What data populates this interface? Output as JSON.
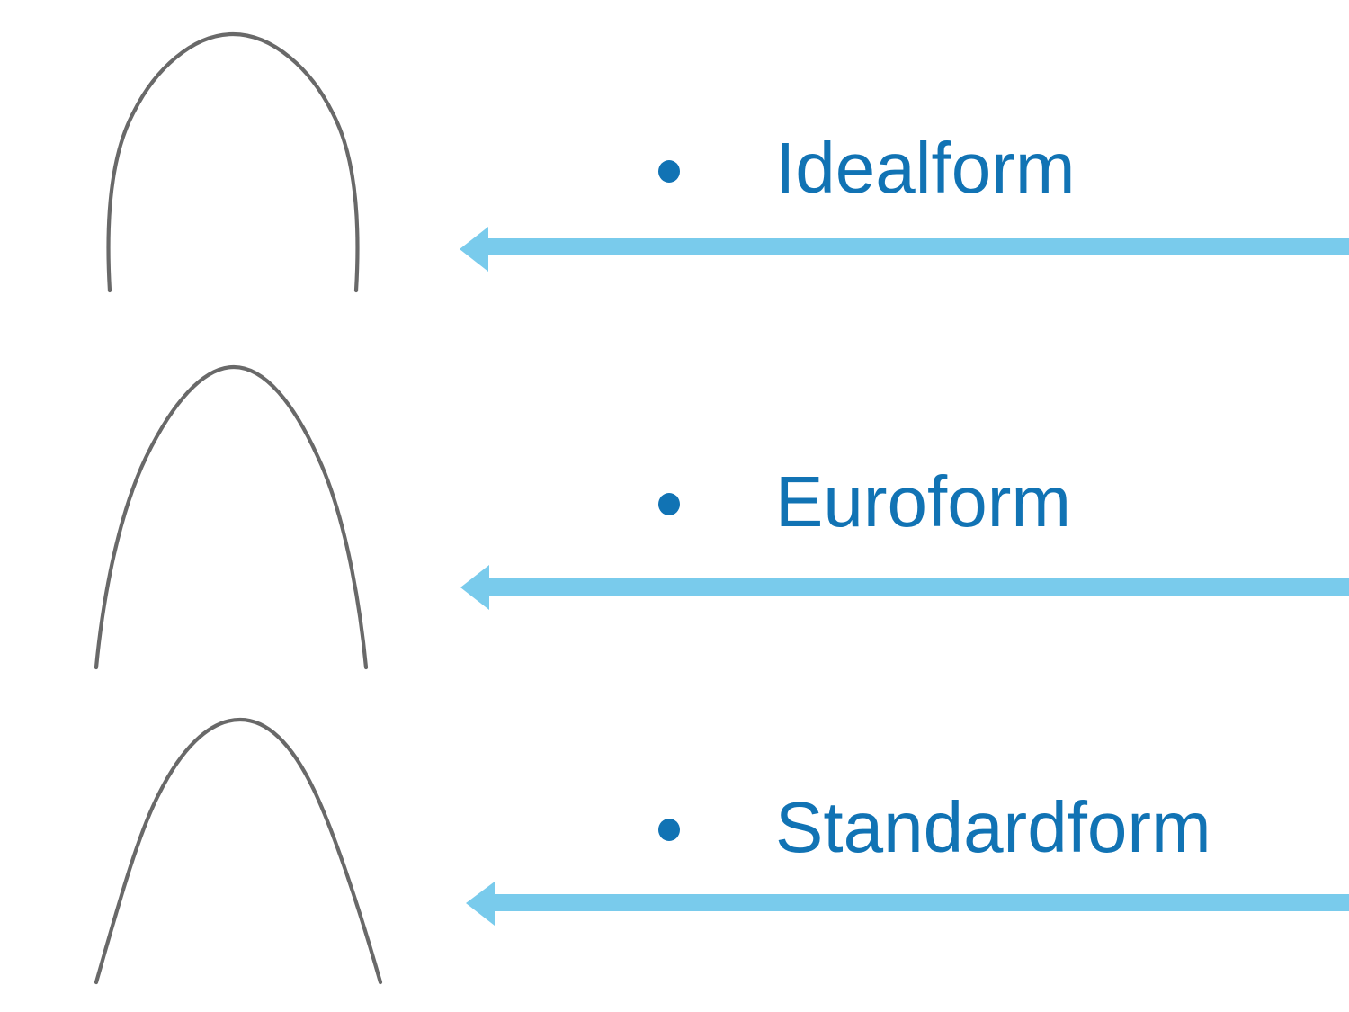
{
  "slide": {
    "background_color": "#ffffff",
    "accent_text_color": "#1173b4",
    "arrow_color": "#79cbec",
    "wire_color": "#696969"
  },
  "items": [
    {
      "label": "Idealform",
      "bullet": "•",
      "shape_icon": "idealform-archwire-icon",
      "arrow_icon": "left-arrow-icon"
    },
    {
      "label": "Euroform",
      "bullet": "•",
      "shape_icon": "euroform-archwire-icon",
      "arrow_icon": "left-arrow-icon"
    },
    {
      "label": "Standardform",
      "bullet": "•",
      "shape_icon": "standardform-archwire-icon",
      "arrow_icon": "left-arrow-icon"
    }
  ]
}
